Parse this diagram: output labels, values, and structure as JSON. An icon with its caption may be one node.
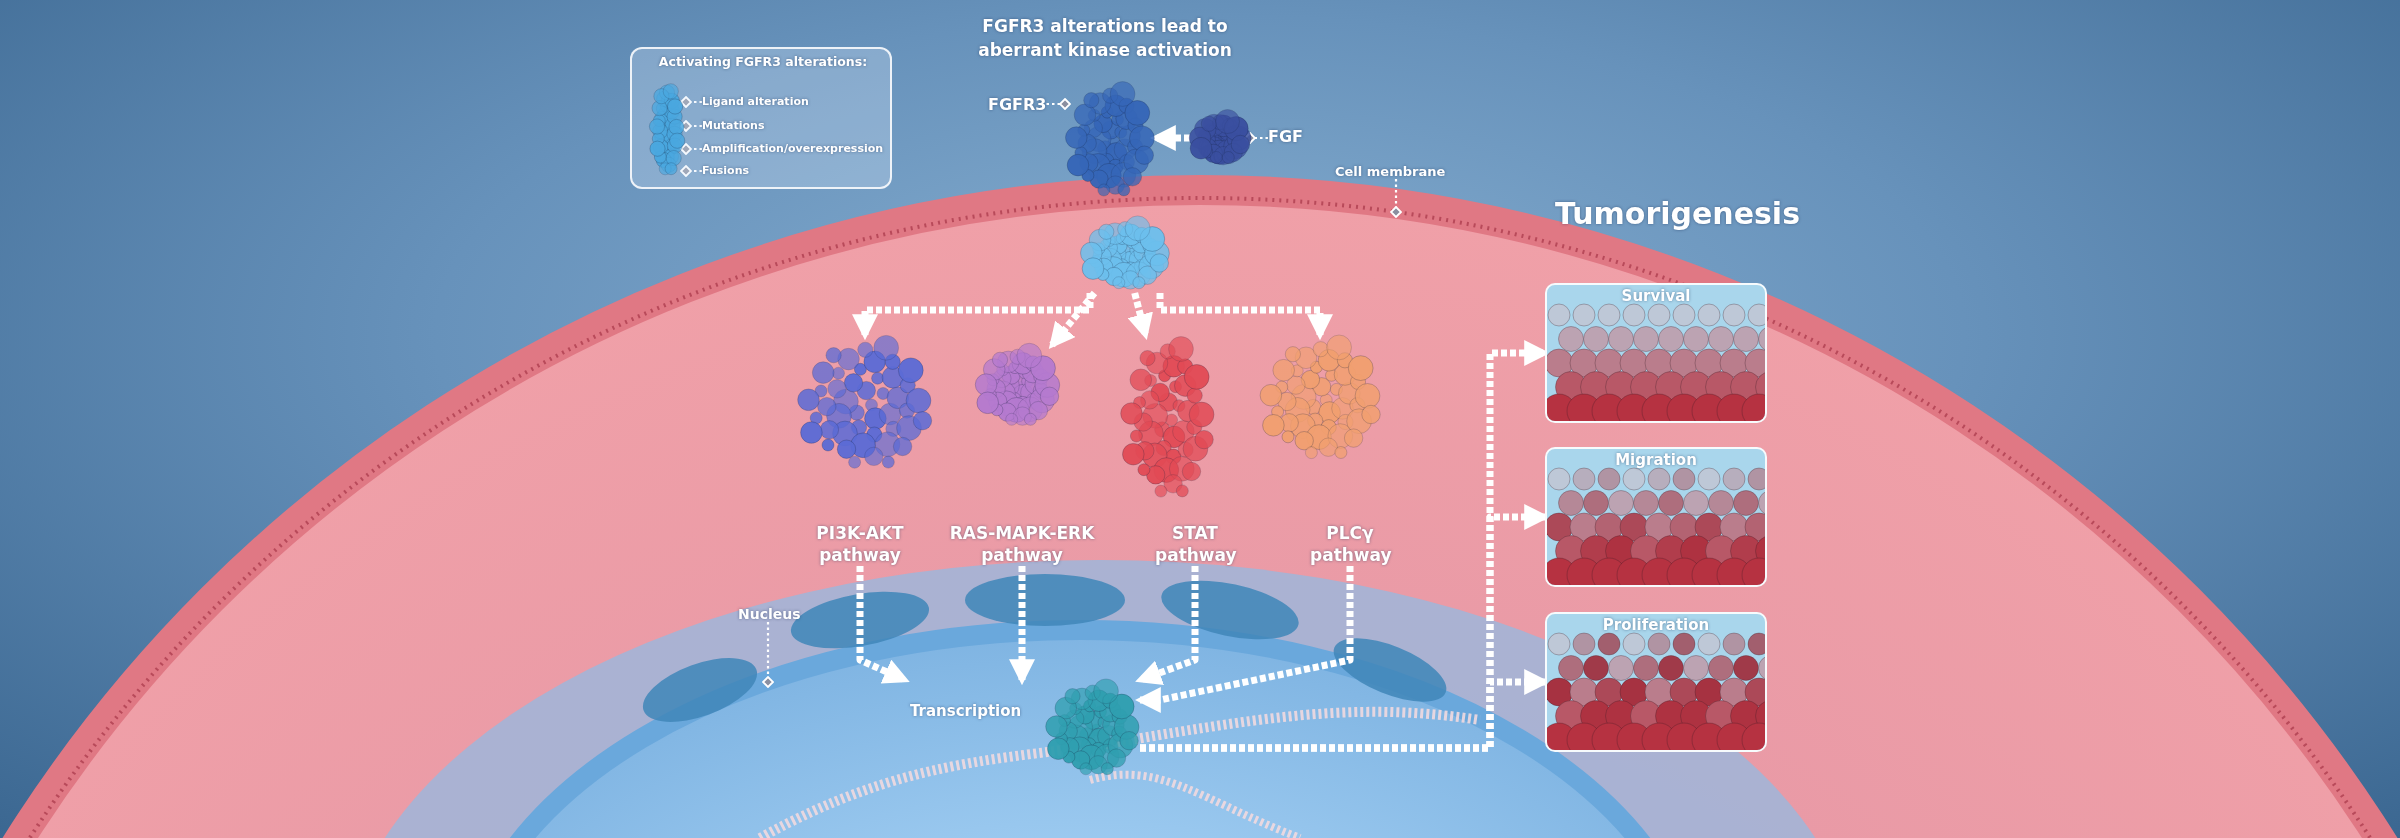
{
  "diagram": {
    "title": "FGFR3 alterations lead to aberrant kinase activation",
    "nodes": [
      {
        "text": [
          "Activating FGFR3 alterations:"
        ]
      },
      {
        "text": [],
        "shape": "picture",
        "in": 0
      },
      {
        "text": [
          "Ligand alteration"
        ],
        "in": 0
      },
      {
        "text": [
          "Mutations"
        ],
        "in": 0
      },
      {
        "text": [
          "Amplification/overexpression"
        ],
        "in": 0
      },
      {
        "text": [
          "Fusions"
        ],
        "in": 0
      },
      {
        "text": [
          "FGFR3"
        ]
      },
      {
        "text": [],
        "shape": "picture"
      },
      {
        "text": [],
        "shape": "picture"
      },
      {
        "text": [
          "FGF"
        ]
      },
      {
        "text": [
          "Cell membrane"
        ]
      },
      {
        "text": [],
        "shape": "picture"
      },
      {
        "text": [],
        "shape": "picture"
      },
      {
        "text": [],
        "shape": "picture"
      },
      {
        "text": [],
        "shape": "picture"
      },
      {
        "text": [],
        "shape": "picture"
      },
      {
        "text": [
          "PI3K-AKT pathway"
        ]
      },
      {
        "text": [
          "RAS-MAPK-ERK pathway"
        ]
      },
      {
        "text": [
          "STAT pathway"
        ]
      },
      {
        "text": [
          "PLCγ pathway"
        ]
      },
      {
        "text": [
          "Nucleus"
        ]
      },
      {
        "text": [],
        "shape": "picture",
        "beside": [
          "Transcription"
        ]
      },
      {
        "text": [
          "Survival"
        ]
      },
      {
        "text": [
          "Migration"
        ]
      },
      {
        "text": [
          "Proliferation"
        ]
      }
    ],
    "edges": [
      {
        "from": 2,
        "to": 1,
        "arrow": "other",
        "style": "dashed"
      },
      {
        "from": 3,
        "to": 1,
        "arrow": "other",
        "style": "dashed"
      },
      {
        "from": 4,
        "to": 1,
        "arrow": "other",
        "style": "dashed"
      },
      {
        "from": 5,
        "to": 1,
        "arrow": "other",
        "style": "dashed"
      },
      {
        "from": 6,
        "to": 7,
        "arrow": "other",
        "style": "dashed"
      },
      {
        "from": 9,
        "to": 8,
        "arrow": "other",
        "style": "dashed"
      },
      {
        "from": 10,
        "to": null,
        "arrow": "other",
        "style": "dashed"
      },
      {
        "from": 8,
        "to": 7,
        "arrow": "to",
        "style": "dashed"
      },
      {
        "from": 11,
        "to": 12,
        "arrow": "to",
        "style": "dashed"
      },
      {
        "from": 11,
        "to": 13,
        "arrow": "to",
        "style": "dashed"
      },
      {
        "from": 11,
        "to": 14,
        "arrow": "to",
        "style": "dashed"
      },
      {
        "from": 11,
        "to": 15,
        "arrow": "to",
        "style": "dashed"
      },
      {
        "from": 16,
        "to": 21,
        "arrow": "to",
        "style": "dashed"
      },
      {
        "from": 17,
        "to": 21,
        "arrow": "to",
        "style": "dashed"
      },
      {
        "from": 18,
        "to": 21,
        "arrow": "to",
        "style": "dashed"
      },
      {
        "from": 19,
        "to": 21,
        "arrow": "to",
        "style": "dashed"
      },
      {
        "from": 20,
        "to": null,
        "arrow": "other",
        "style": "dashed"
      },
      {
        "from": 21,
        "to": 22,
        "arrow": "to",
        "style": "dashed"
      },
      {
        "from": 21,
        "to": 23,
        "arrow": "to",
        "style": "dashed"
      },
      {
        "from": 21,
        "to": 24,
        "arrow": "to",
        "style": "dashed"
      }
    ],
    "labels": [
      "Tumorigenesis"
    ]
  }
}
